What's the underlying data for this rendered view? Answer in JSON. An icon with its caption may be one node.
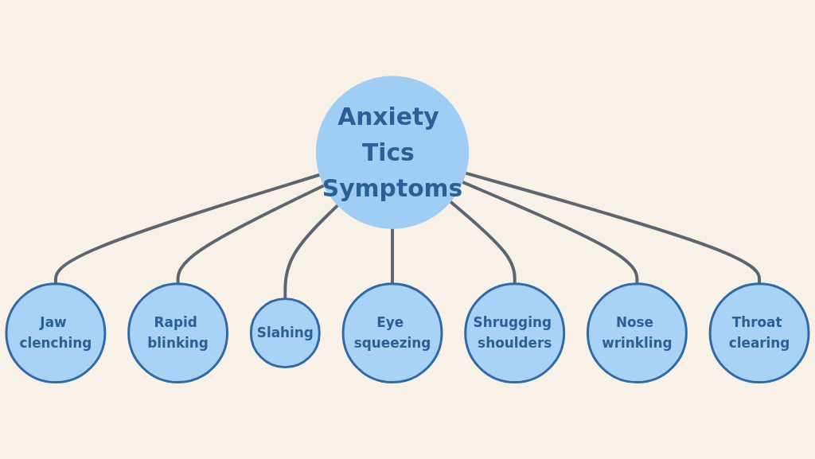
{
  "diagram": {
    "nodes": [
      {
        "text": [
          "Anxiety Tics Symptoms"
        ]
      },
      {
        "text": [
          "Jaw clenching"
        ]
      },
      {
        "text": [
          "Rapid blinking"
        ]
      },
      {
        "text": [
          "Slahing"
        ]
      },
      {
        "text": [
          "Eye squeezing"
        ]
      },
      {
        "text": [
          "Shrugging shoulders"
        ]
      },
      {
        "text": [
          "Nose wrinkling"
        ]
      },
      {
        "text": [
          "Throat clearing"
        ]
      }
    ],
    "edges": [
      {
        "from": 0,
        "to": 1,
        "arrow": "none"
      },
      {
        "from": 0,
        "to": 2,
        "arrow": "none"
      },
      {
        "from": 0,
        "to": 3,
        "arrow": "none"
      },
      {
        "from": 0,
        "to": 4,
        "arrow": "none"
      },
      {
        "from": 0,
        "to": 5,
        "arrow": "none"
      },
      {
        "from": 0,
        "to": 6,
        "arrow": "none"
      },
      {
        "from": 0,
        "to": 7,
        "arrow": "none"
      }
    ]
  }
}
